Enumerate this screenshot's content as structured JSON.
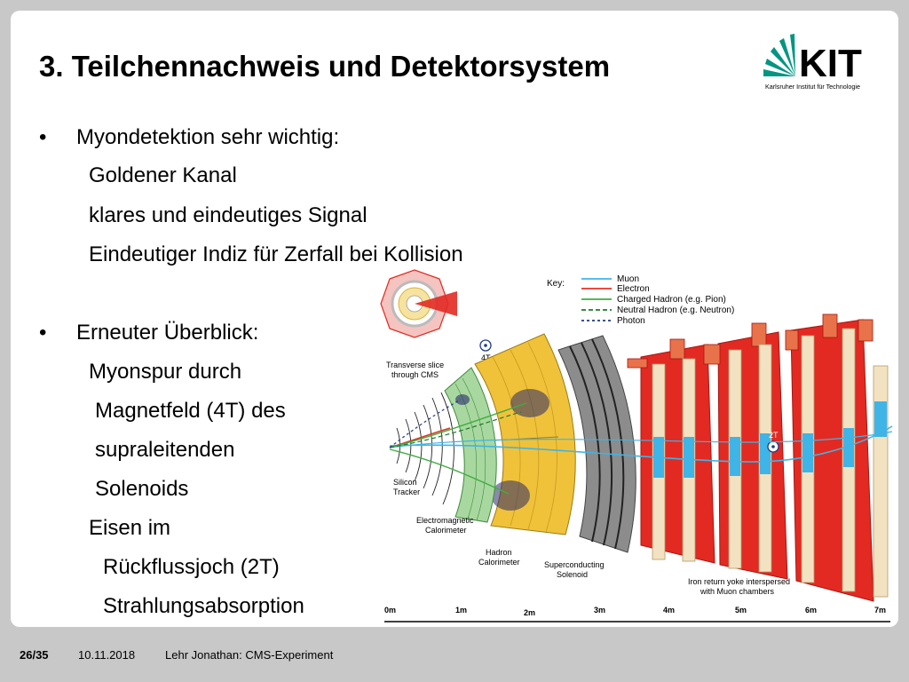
{
  "slide": {
    "title": "3. Teilchennachweis und Detektorsystem",
    "logo": {
      "text": "KIT",
      "subtitle": "Karlsruher Institut für Technologie",
      "color": "#009682"
    },
    "bullets": [
      {
        "marker": "•",
        "heading": "Myondetektion sehr wichtig:",
        "lines": [
          "Goldener Kanal",
          "klares und eindeutiges Signal",
          "Eindeutiger Indiz für Zerfall bei Kollision"
        ]
      },
      {
        "marker": "•",
        "heading": "Erneuter Überblick:",
        "lines": [
          "Myonspur durch",
          "Magnetfeld (4T) des",
          "supraleitenden",
          "Solenoids",
          "Eisen im",
          "Rückflussjoch (2T)",
          "Strahlungsabsorption"
        ]
      }
    ]
  },
  "diagram": {
    "key": {
      "title": "Key:",
      "entries": [
        {
          "label": "Muon",
          "color": "#3fb4e6",
          "style": "solid"
        },
        {
          "label": "Electron",
          "color": "#e53226",
          "style": "solid"
        },
        {
          "label": "Charged Hadron (e.g. Pion)",
          "color": "#3fae3f",
          "style": "solid"
        },
        {
          "label": "Neutral Hadron (e.g. Neutron)",
          "color": "#1f7a2e",
          "style": "dashed"
        },
        {
          "label": "Photon",
          "color": "#1f3a8a",
          "style": "dashed"
        }
      ]
    },
    "labels": {
      "slice": [
        "Transverse slice",
        "through CMS"
      ],
      "silicon": [
        "Silicon",
        "Tracker"
      ],
      "ecal": [
        "Electromagnetic",
        "Calorimeter"
      ],
      "hcal": [
        "Hadron",
        "Calorimeter"
      ],
      "solenoid": [
        "Superconducting",
        "Solenoid"
      ],
      "yoke": [
        "Iron return yoke interspersed",
        "with Muon chambers"
      ],
      "field_inner": "4T",
      "field_outer": "2T"
    },
    "scale": [
      "0m",
      "1m",
      "2m",
      "3m",
      "4m",
      "5m",
      "6m",
      "7m"
    ],
    "colors": {
      "yoke": "#e22a22",
      "yoke_dark": "#b81e18",
      "hcal": "#f0c23a",
      "ecal": "#a8d8a0",
      "solenoid": "#8c8c8c",
      "chamber": "#f2e2c2",
      "chamber_highlight": "#3fb4e6"
    }
  },
  "footer": {
    "page": "26/35",
    "date": "10.11.2018",
    "author": "Lehr Jonathan: CMS-Experiment"
  }
}
